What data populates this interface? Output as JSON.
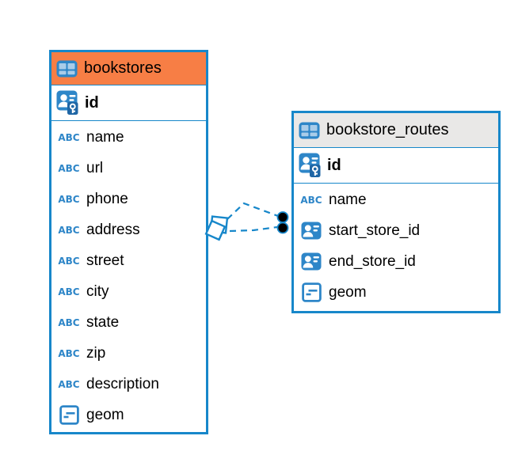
{
  "diagram": {
    "type": "entity-relationship",
    "colors": {
      "accent_blue": "#1787CA",
      "icon_blue": "#2E86C8",
      "icon_cell_light": "#A9CCE9",
      "key_badge_blue": "#1F66A5",
      "bookstores_header_bg": "#F77E45",
      "routes_header_bg": "#E9E8E7",
      "text": "#000000",
      "canvas_bg": "#FFFFFF",
      "relationship_dot": "#000000"
    },
    "tables": [
      {
        "name": "bookstores",
        "icon": "table-icon",
        "header_bg": "#F77E45",
        "primary_key": {
          "name": "id",
          "icon": "primary-key-icon"
        },
        "columns": [
          {
            "name": "name",
            "type": "text",
            "icon": "text-type-icon"
          },
          {
            "name": "url",
            "type": "text",
            "icon": "text-type-icon"
          },
          {
            "name": "phone",
            "type": "text",
            "icon": "text-type-icon"
          },
          {
            "name": "address",
            "type": "text",
            "icon": "text-type-icon"
          },
          {
            "name": "street",
            "type": "text",
            "icon": "text-type-icon"
          },
          {
            "name": "city",
            "type": "text",
            "icon": "text-type-icon"
          },
          {
            "name": "state",
            "type": "text",
            "icon": "text-type-icon"
          },
          {
            "name": "zip",
            "type": "text",
            "icon": "text-type-icon"
          },
          {
            "name": "description",
            "type": "text",
            "icon": "text-type-icon"
          },
          {
            "name": "geom",
            "type": "geometry",
            "icon": "geometry-type-icon"
          }
        ]
      },
      {
        "name": "bookstore_routes",
        "icon": "table-icon",
        "header_bg": "#E9E8E7",
        "primary_key": {
          "name": "id",
          "icon": "primary-key-icon"
        },
        "columns": [
          {
            "name": "name",
            "type": "text",
            "icon": "text-type-icon"
          },
          {
            "name": "start_store_id",
            "type": "reference",
            "icon": "reference-type-icon"
          },
          {
            "name": "end_store_id",
            "type": "reference",
            "icon": "reference-type-icon"
          },
          {
            "name": "geom",
            "type": "geometry",
            "icon": "geometry-type-icon"
          }
        ]
      }
    ],
    "relationships": [
      {
        "from_table": "bookstores",
        "to_table": "bookstore_routes",
        "line_style": "dashed",
        "from_marker": "diamond",
        "to_marker": "dot"
      },
      {
        "from_table": "bookstores",
        "to_table": "bookstore_routes",
        "line_style": "dashed",
        "from_marker": "diamond",
        "to_marker": "dot"
      }
    ]
  }
}
